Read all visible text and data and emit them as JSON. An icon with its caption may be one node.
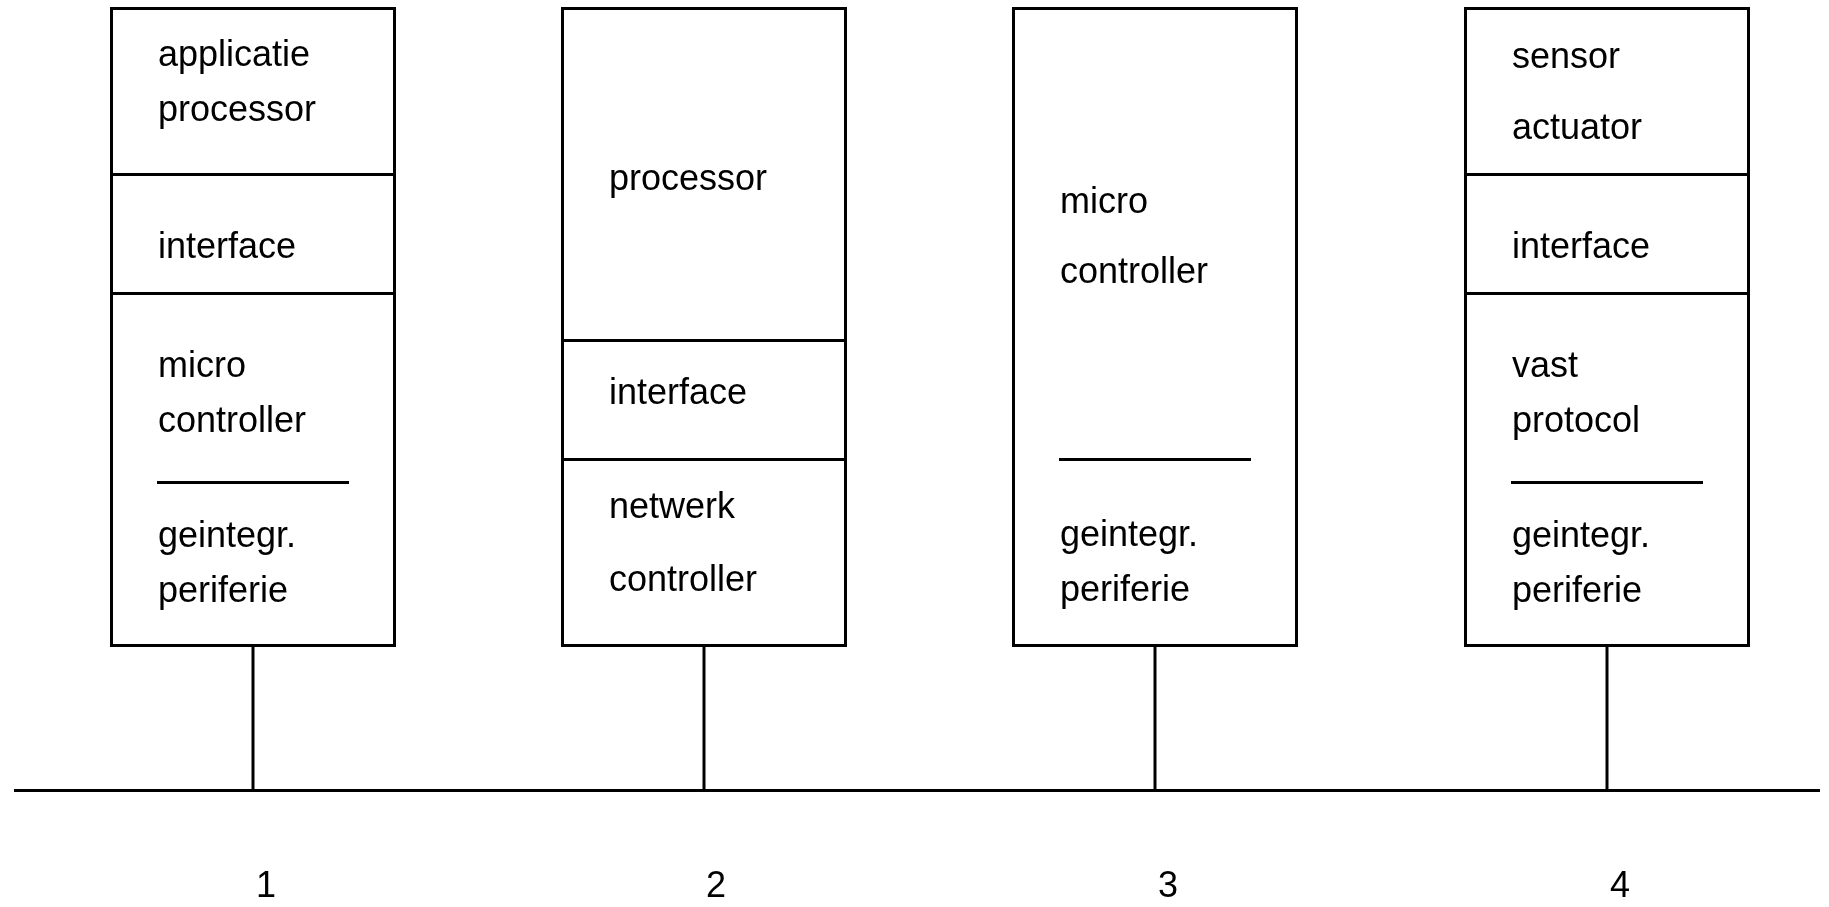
{
  "diagram": {
    "nodes": [
      {
        "text": [],
        "shape": "box"
      },
      {
        "text": [
          "applicatie processor"
        ],
        "in": 0
      },
      {
        "text": [
          "interface"
        ],
        "in": 0
      },
      {
        "text": [
          "micro controller",
          "geintegr. periferie"
        ],
        "in": 0
      },
      {
        "text": [],
        "shape": "box"
      },
      {
        "text": [
          "processor"
        ],
        "in": 4
      },
      {
        "text": [
          "interface"
        ],
        "in": 4
      },
      {
        "text": [
          "netwerk controller"
        ],
        "in": 4
      },
      {
        "text": [
          "micro controller",
          "geintegr. periferie"
        ]
      },
      {
        "text": [],
        "shape": "box"
      },
      {
        "text": [
          "sensor actuator"
        ],
        "in": 9
      },
      {
        "text": [
          "interface"
        ],
        "in": 9
      },
      {
        "text": [
          "vast protocol",
          "geintegr. periferie"
        ],
        "in": 9
      },
      {
        "text": [],
        "shape": "bar"
      }
    ],
    "edges": [
      {
        "from": 0,
        "to": 13,
        "arrow": "none"
      },
      {
        "from": 4,
        "to": 13,
        "arrow": "none"
      },
      {
        "from": 8,
        "to": 13,
        "arrow": "none"
      },
      {
        "from": 9,
        "to": 13,
        "arrow": "none"
      }
    ],
    "labels": [
      "1",
      "2",
      "3",
      "4"
    ]
  }
}
